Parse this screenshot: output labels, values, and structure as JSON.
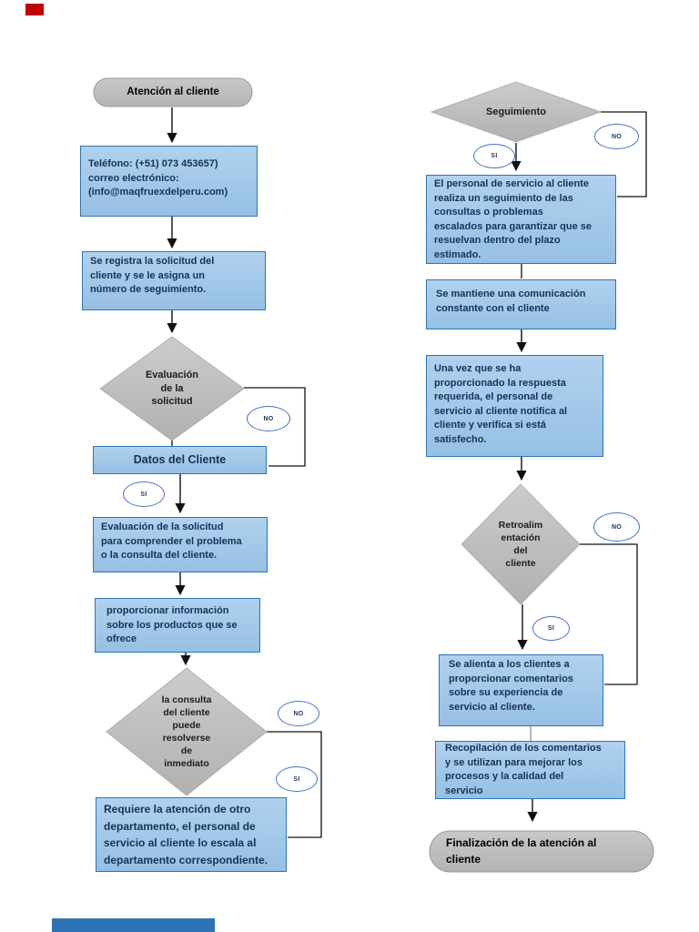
{
  "page": {
    "background": "#ffffff",
    "process_box_fill": "#a4c9e9",
    "process_box_border": "#2e75b6",
    "process_text_color": "#15325a",
    "diamond_fill": "#c0c0c0",
    "capsule_fill": "#bfbfbf",
    "oval_border_color": "#4472c4",
    "connector_color": "#1a1a1a",
    "top_left_marker_color": "#c00000",
    "bottom_bar_color": "#2e74b5"
  },
  "labels": {
    "si": "SI",
    "no": "NO"
  },
  "left_column": {
    "start": "Atención al cliente",
    "contact": "Teléfono: (+51) 073 453657)\ncorreo electrónico:\n(info@maqfruexdelperu.com)",
    "register": "Se registra la solicitud del\ncliente y se le asigna un\nnúmero de seguimiento.",
    "evaluation_decision": "Evaluación\nde la\nsolicitud",
    "client_data": "Datos del Cliente",
    "evaluation_detail": "Evaluación de la solicitud\npara comprender el problema\no la consulta del cliente.",
    "provide_info": "proporcionar información\nsobre los productos que se\nofrece",
    "resolve_decision": "la consulta\ndel cliente\npuede\nresolverse\nde\ninmediato",
    "escalation": "Requiere la atención de otro\ndepartamento, el personal de\nservicio al cliente lo escala al\ndepartamento correspondiente."
  },
  "right_column": {
    "follow_decision": "Seguimiento",
    "follow_up": "El personal de servicio al cliente\nrealiza un seguimiento de las\nconsultas o problemas\nescalados para garantizar que se\nresuelvan dentro del plazo\nestimado.",
    "communication": "Se mantiene una comunicación\nconstante con el cliente",
    "notification": "Una vez que se ha\nproporcionado la respuesta\nrequerida, el personal de\nservicio al cliente notifica al\ncliente y verifica si está\nsatisfecho.",
    "feedback_decision": "Retroalim\nentación\ndel\ncliente",
    "encourage_feedback": "Se alienta a los clientes a\nproporcionar comentarios\nsobre su experiencia de\nservicio al cliente.",
    "collect_feedback": "Recopilación de los comentarios\ny se utilizan para mejorar los\nprocesos y la calidad del\nservicio",
    "end": "Finalización de la atención al\ncliente"
  }
}
